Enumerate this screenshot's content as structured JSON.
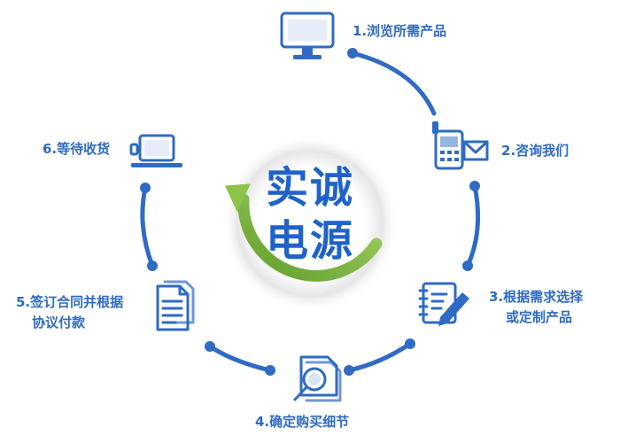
{
  "center": {
    "line1": "实诚",
    "line2": "电源"
  },
  "steps": [
    {
      "label": "1.浏览所需产品",
      "icon": "monitor-icon"
    },
    {
      "label": "2.咨询我们",
      "icon": "phone-mail-icon"
    },
    {
      "label": "3.根据需求选择",
      "label2": "或定制产品",
      "icon": "notebook-pen-icon"
    },
    {
      "label": "4.确定购买细节",
      "icon": "magnifier-document-icon"
    },
    {
      "label": "5.签订合同并根据",
      "label2": "协议付款",
      "icon": "contract-document-icon"
    },
    {
      "label": "6.等待收货",
      "icon": "laptop-icon"
    }
  ],
  "colors": {
    "primary": "#2f6bc4",
    "arrow_green": "#79b83a",
    "halo": "#dcdcdc"
  }
}
